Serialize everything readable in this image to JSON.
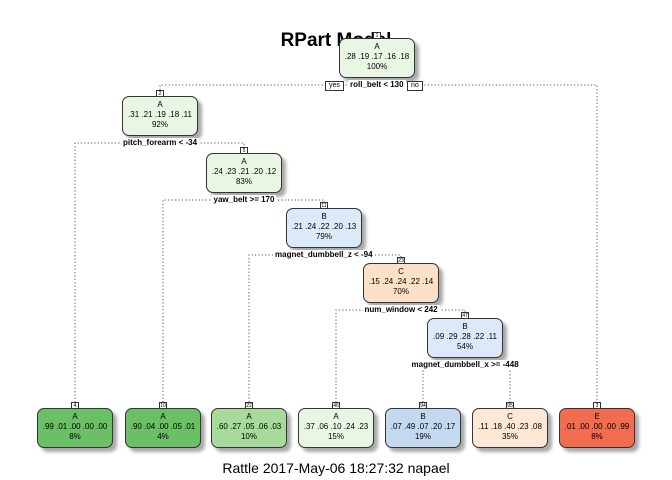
{
  "title": "RPart Model",
  "footer": "Rattle 2017-May-06 18:27:32 napael",
  "edge_labels": {
    "yes": "yes",
    "no": "no"
  },
  "colors": {
    "A_light": "#eaf6e4",
    "A_mid": "#a6db9c",
    "A_dark": "#6bbf65",
    "B_light": "#dce9f8",
    "B_mid": "#c4d8f0",
    "C_light": "#fde0c8",
    "C_lighter": "#fde8d6",
    "E": "#f26c4f",
    "edge": "#555555"
  },
  "nodes": [
    {
      "id": "1",
      "class": "A",
      "probs": ".28 .19 .17 .16 .18",
      "pct": "100%",
      "split": "roll_belt < 130",
      "color": "A_light"
    },
    {
      "id": "2",
      "class": "A",
      "probs": ".31 .21 .19 .18 .11",
      "pct": "92%",
      "split": "pitch_forearm < -34",
      "color": "A_light"
    },
    {
      "id": "5",
      "class": "A",
      "probs": ".24 .23 .21 .20 .12",
      "pct": "83%",
      "split": "yaw_belt >= 170",
      "color": "A_light"
    },
    {
      "id": "11",
      "class": "B",
      "probs": ".21 .24 .22 .20 .13",
      "pct": "79%",
      "split": "magnet_dumbbell_z < -94",
      "color": "B_light"
    },
    {
      "id": "23",
      "class": "C",
      "probs": ".15 .24 .24 .22 .14",
      "pct": "70%",
      "split": "num_window < 242",
      "color": "C_light"
    },
    {
      "id": "47",
      "class": "B",
      "probs": ".09 .29 .28 .22 .11",
      "pct": "54%",
      "split": "magnet_dumbbell_x >= -448",
      "color": "B_light"
    },
    {
      "id": "4",
      "class": "A",
      "probs": ".99 .01 .00 .00 .00",
      "pct": "8%",
      "color": "A_dark"
    },
    {
      "id": "10",
      "class": "A",
      "probs": ".90 .04 .00 .05 .01",
      "pct": "4%",
      "color": "A_dark"
    },
    {
      "id": "22",
      "class": "A",
      "probs": ".60 .27 .05 .06 .03",
      "pct": "10%",
      "color": "A_mid"
    },
    {
      "id": "46",
      "class": "A",
      "probs": ".37 .06 .10 .24 .23",
      "pct": "15%",
      "color": "A_light"
    },
    {
      "id": "94",
      "class": "B",
      "probs": ".07 .49 .07 .20 .17",
      "pct": "19%",
      "color": "B_mid"
    },
    {
      "id": "95",
      "class": "C",
      "probs": ".11 .18 .40 .23 .08",
      "pct": "35%",
      "color": "C_lighter"
    },
    {
      "id": "3",
      "class": "E",
      "probs": ".01 .00 .00 .00 .99",
      "pct": "8%",
      "color": "E"
    }
  ]
}
